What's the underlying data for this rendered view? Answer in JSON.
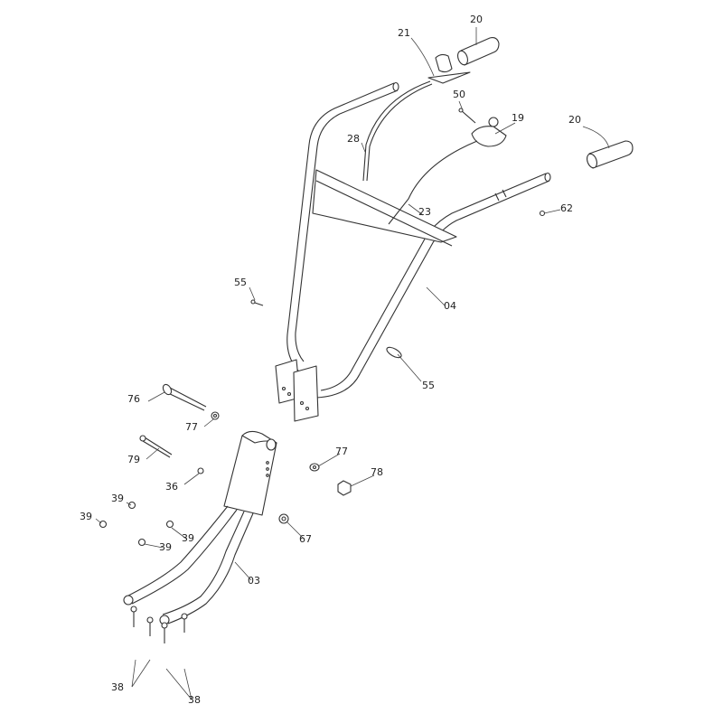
{
  "diagram": {
    "type": "exploded-parts-view",
    "labels": [
      {
        "id": "l-20a",
        "text": "20"
      },
      {
        "id": "l-21",
        "text": "21"
      },
      {
        "id": "l-50",
        "text": "50"
      },
      {
        "id": "l-19",
        "text": "19"
      },
      {
        "id": "l-20b",
        "text": "20"
      },
      {
        "id": "l-28",
        "text": "28"
      },
      {
        "id": "l-23",
        "text": "23"
      },
      {
        "id": "l-62",
        "text": "62"
      },
      {
        "id": "l-55a",
        "text": "55"
      },
      {
        "id": "l-04",
        "text": "04"
      },
      {
        "id": "l-55b",
        "text": "55"
      },
      {
        "id": "l-76",
        "text": "76"
      },
      {
        "id": "l-77a",
        "text": "77"
      },
      {
        "id": "l-79",
        "text": "79"
      },
      {
        "id": "l-77b",
        "text": "77"
      },
      {
        "id": "l-36",
        "text": "36"
      },
      {
        "id": "l-78",
        "text": "78"
      },
      {
        "id": "l-39a",
        "text": "39"
      },
      {
        "id": "l-39b",
        "text": "39"
      },
      {
        "id": "l-39c",
        "text": "39"
      },
      {
        "id": "l-39d",
        "text": "39"
      },
      {
        "id": "l-67",
        "text": "67"
      },
      {
        "id": "l-03",
        "text": "03"
      },
      {
        "id": "l-38a",
        "text": "38"
      },
      {
        "id": "l-38b",
        "text": "38"
      }
    ]
  }
}
